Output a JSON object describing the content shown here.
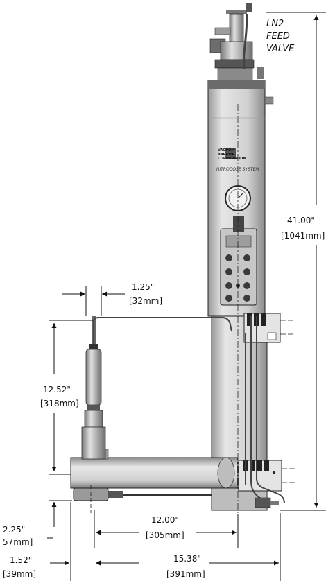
{
  "valve_label": {
    "line1": "LN2",
    "line2": "FEED",
    "line3": "VALVE"
  },
  "brand": {
    "line1": "VACUUM",
    "line2": "BARRIER",
    "line3": "CORPORATION",
    "product": "NITRODOSE SYSTEM"
  },
  "dimensions": {
    "height_total": {
      "in": "41.00\"",
      "mm": "[1041mm]"
    },
    "probe_width": {
      "in": "1.25\"",
      "mm": "[32mm]"
    },
    "probe_height": {
      "in": "12.52\"",
      "mm": "[318mm]"
    },
    "base_offset": {
      "in": "2.25\"",
      "mm": "57mm]"
    },
    "arm_length": {
      "in": "12.00\"",
      "mm": "[305mm]"
    },
    "front_offset": {
      "in": "1.52\"",
      "mm": "[39mm]"
    },
    "overall_depth": {
      "in": "15.38\"",
      "mm": "[391mm]"
    }
  },
  "colors": {
    "body": "#d9d9d9",
    "dark": "#5a5a5a",
    "line": "#111111"
  }
}
